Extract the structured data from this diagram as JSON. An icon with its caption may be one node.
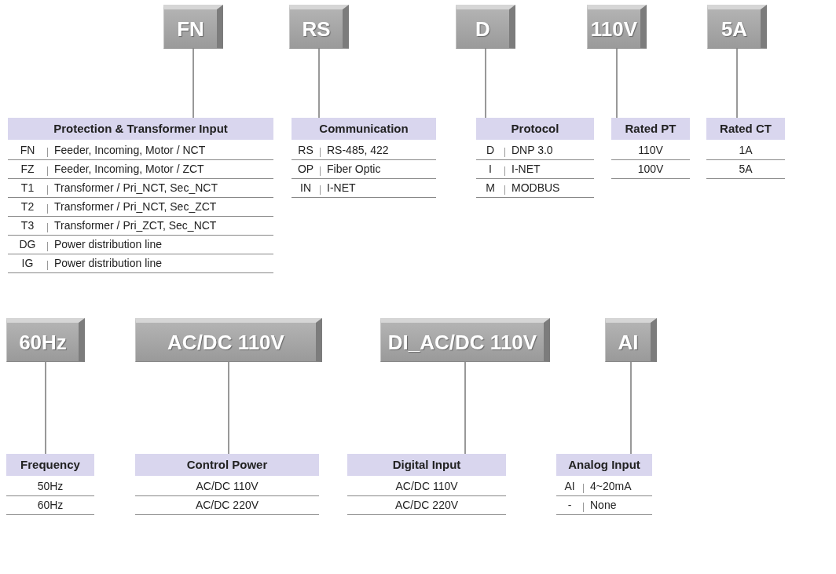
{
  "diagram": {
    "nodes": [
      {
        "text": [
          "FN"
        ]
      },
      {
        "text": [
          "Protection & Transformer Input"
        ]
      },
      {
        "text": [
          "RS"
        ]
      },
      {
        "text": [
          "Communication"
        ]
      },
      {
        "text": [
          "D"
        ]
      },
      {
        "text": [
          "Protocol"
        ]
      },
      {
        "text": [
          "110V"
        ]
      },
      {
        "text": [
          "Rated PT"
        ]
      },
      {
        "text": [
          "5A"
        ]
      },
      {
        "text": [
          "Rated CT"
        ]
      },
      {
        "text": [
          "60Hz"
        ]
      },
      {
        "text": [
          "Frequency"
        ]
      },
      {
        "text": [
          "AC/DC 110V"
        ]
      },
      {
        "text": [
          "Control Power"
        ]
      },
      {
        "text": [
          "DI_AC/DC 110V"
        ]
      },
      {
        "text": [
          "Digital Input"
        ]
      },
      {
        "text": [
          "AI"
        ]
      },
      {
        "text": [
          "Analog Input"
        ]
      }
    ],
    "edges": [
      {
        "from": 0,
        "to": 1,
        "arrow": "none"
      },
      {
        "from": 2,
        "to": 3,
        "arrow": "none"
      },
      {
        "from": 4,
        "to": 5,
        "arrow": "none"
      },
      {
        "from": 6,
        "to": 7,
        "arrow": "none"
      },
      {
        "from": 8,
        "to": 9,
        "arrow": "none"
      },
      {
        "from": 10,
        "to": 11,
        "arrow": "none"
      },
      {
        "from": 12,
        "to": 13,
        "arrow": "none"
      },
      {
        "from": 14,
        "to": 15,
        "arrow": "none"
      },
      {
        "from": 16,
        "to": 17,
        "arrow": "none"
      }
    ],
    "labels": [
      "FN",
      "Feeder, Incoming, Motor / NCT",
      "FZ",
      "Feeder, Incoming, Motor / ZCT",
      "T1",
      "Transformer / Pri_NCT, Sec_NCT",
      "T2",
      "Transformer / Pri_NCT, Sec_ZCT",
      "T3",
      "Transformer / Pri_ZCT, Sec_NCT",
      "DG",
      "Power distribution line",
      "IG",
      "Power distribution line",
      "RS",
      "RS-485, 422",
      "OP",
      "Fiber Optic",
      "IN",
      "I-NET",
      "D",
      "DNP 3.0",
      "I",
      "I-NET",
      "M",
      "MODBUS",
      "110V",
      "100V",
      "1A",
      "5A",
      "50Hz",
      "60Hz",
      "AC/DC 110V",
      "AC/DC 220V",
      "AC/DC 110V",
      "AC/DC 220V",
      "AI",
      "4~20mA",
      "-",
      "None"
    ]
  }
}
